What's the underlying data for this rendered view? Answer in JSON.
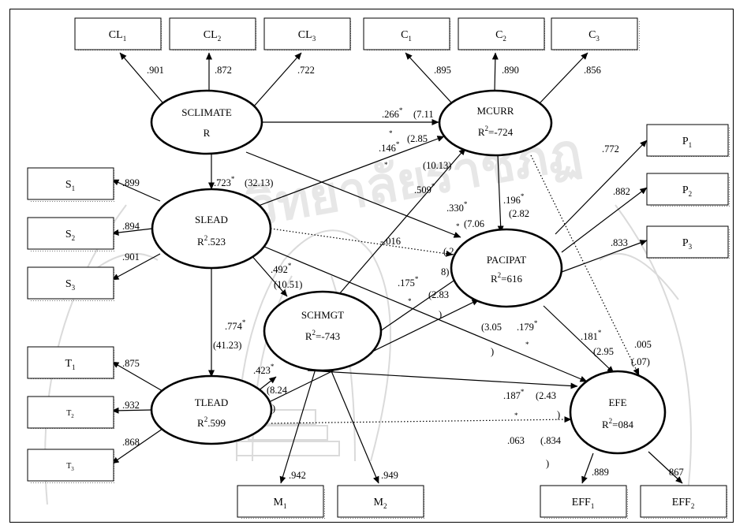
{
  "watermark": {
    "text": "มหาวิทยาลัยราชภัฏ"
  },
  "boxes": {
    "CL1": {
      "base": "CL",
      "sub": "1"
    },
    "CL2": {
      "base": "CL",
      "sub": "2"
    },
    "CL3": {
      "base": "CL",
      "sub": "3"
    },
    "C1": {
      "base": "C",
      "sub": "1"
    },
    "C2": {
      "base": "C",
      "sub": "2"
    },
    "C3": {
      "base": "C",
      "sub": "3"
    },
    "P1": {
      "base": "P",
      "sub": "1"
    },
    "P2": {
      "base": "P",
      "sub": "2"
    },
    "P3": {
      "base": "P",
      "sub": "3"
    },
    "S1": {
      "base": "S",
      "sub": "1"
    },
    "S2": {
      "base": "S",
      "sub": "2"
    },
    "S3": {
      "base": "S",
      "sub": "3"
    },
    "T1": {
      "base": "T",
      "sub": "1"
    },
    "T2": {
      "base": "T",
      "sub": "2"
    },
    "T3": {
      "base": "T",
      "sub": "3"
    },
    "M1": {
      "base": "M",
      "sub": "1"
    },
    "M2": {
      "base": "M",
      "sub": "2"
    },
    "EFF1": {
      "base": "EFF",
      "sub": "1"
    },
    "EFF2": {
      "base": "EFF",
      "sub": "2"
    }
  },
  "latents": {
    "SCLIMATE": {
      "name": "SCLIMATE",
      "r_pre": "R",
      "r_sup": "",
      "r_post": ""
    },
    "MCURR": {
      "name": "MCURR",
      "r_pre": "R",
      "r_sup": "2",
      "r_post": "=-724"
    },
    "SLEAD": {
      "name": "SLEAD",
      "r_pre": "R",
      "r_sup": "2",
      "r_post": ".523"
    },
    "PACIPAT": {
      "name": "PACIPAT",
      "r_pre": "R",
      "r_sup": "2",
      "r_post": "=616"
    },
    "SCHMGT": {
      "name": "SCHMGT",
      "r_pre": "R",
      "r_sup": "2",
      "r_post": "=-743"
    },
    "TLEAD": {
      "name": "TLEAD",
      "r_pre": "R",
      "r_sup": "2",
      "r_post": ".599"
    },
    "EFE": {
      "name": "EFE",
      "r_pre": "R",
      "r_sup": "2",
      "r_post": "=084"
    }
  },
  "loadings": {
    "cl1": ".901",
    "cl2": ".872",
    "cl3": ".722",
    "c1": ".895",
    "c2": ".890",
    "c3": ".856",
    "p1": ".772",
    "p2": ".882",
    "p3": ".833",
    "s1": ".899",
    "s2": ".894",
    "s3": ".901",
    "t1": ".875",
    "t2": ".932",
    "t3": ".868",
    "m1": ".942",
    "m2": ".949",
    "eff1": ".889",
    "eff2": "867"
  },
  "paths": {
    "sclimate_mcurr": {
      "coef": ".266",
      "star": "*",
      "t": "(7.11"
    },
    "slead_mcurr": {
      "coef": ".146",
      "star": "*",
      "t": "(2.85",
      "star2": "*",
      "star3": "*"
    },
    "sclimate_slead": {
      "coef": ".723",
      "star": "*",
      "t": "(32.13)"
    },
    "schmgt_mcurr": {
      "t": "(10.13)",
      "coef": ".509",
      "star": "*"
    },
    "mcurr_pacipat": {
      "coef": ".196",
      "star": "*",
      "t": "(2.82"
    },
    "sclimate_pacipat": {
      "coef": ".330",
      "star": "*",
      "t": "(7.06",
      "star2": "*"
    },
    "slead_pacipat": {
      "coef": "-.016",
      "t1": "(.2",
      "t2": "8)"
    },
    "slead_schmgt": {
      "coef": ".492",
      "star": "*",
      "t": "(10.51)"
    },
    "schmgt_pacipat": {
      "coef": ".175",
      "star": "*",
      "t": "(2.83",
      "star2": "*",
      "tail": ")"
    },
    "slead_tlead": {
      "coef": ".774",
      "star": "*",
      "t": "(41.23)"
    },
    "tlead_pacipat": {
      "t": "(3.05",
      "tail": ")"
    },
    "slead_efe": {
      "coef": ".179",
      "star": "*",
      "star2": "*"
    },
    "pacipat_efe": {
      "coef": ".181",
      "star": "*",
      "t": "(2.95"
    },
    "mcurr_efe": {
      "coef": ".005",
      "t": "(.07)"
    },
    "tlead_schmgt": {
      "coef": ".423",
      "star": "*",
      "t": "(8.24",
      "tail": ")"
    },
    "schmgt_efe": {
      "coef": ".187",
      "star": "*",
      "t": "(2.43",
      "star2": "*",
      "tail": ")"
    },
    "tlead_efe": {
      "coef": ".063",
      "t": "(.834",
      "tail": ")"
    }
  }
}
